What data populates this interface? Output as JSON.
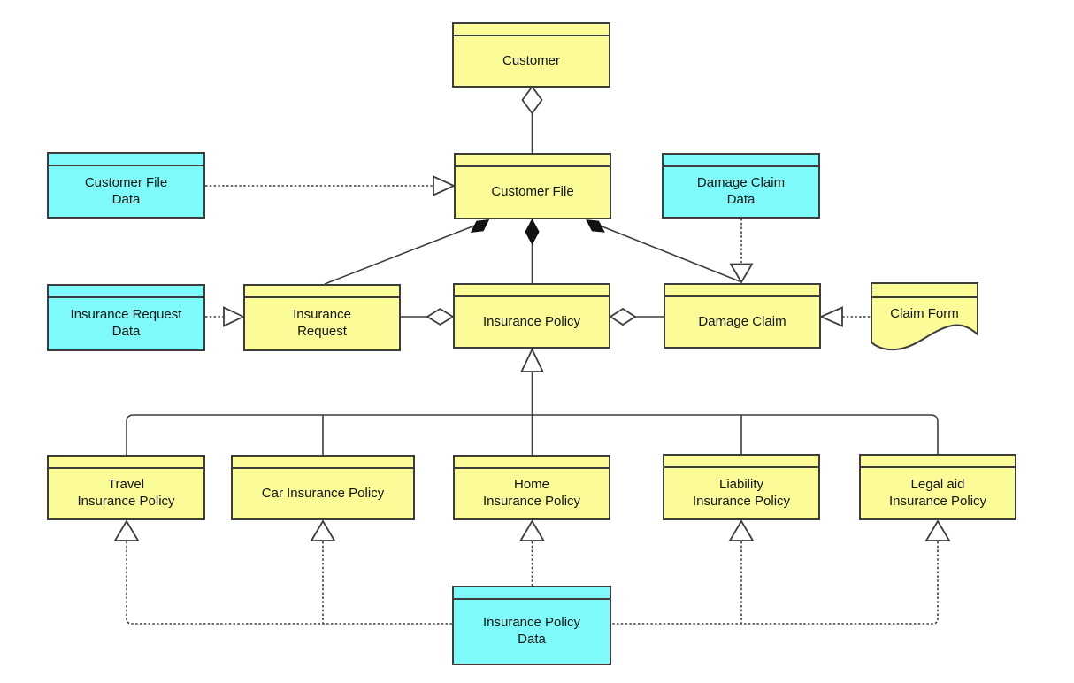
{
  "diagram": {
    "type": "uml-object-model",
    "palette": {
      "object_fill": "#FBFB98",
      "data_fill": "#7FFAFA",
      "line": "#3d3d3d",
      "text": "#141414",
      "background": "#ffffff"
    },
    "nodes": [
      {
        "id": "customer",
        "label": "Customer",
        "kind": "object"
      },
      {
        "id": "customer-file-data",
        "label": "Customer File\nData",
        "kind": "data"
      },
      {
        "id": "customer-file",
        "label": "Customer File",
        "kind": "object"
      },
      {
        "id": "damage-claim-data",
        "label": "Damage Claim\nData",
        "kind": "data"
      },
      {
        "id": "insurance-request-data",
        "label": "Insurance Request\nData",
        "kind": "data"
      },
      {
        "id": "insurance-request",
        "label": "Insurance\nRequest",
        "kind": "object"
      },
      {
        "id": "insurance-policy",
        "label": "Insurance Policy",
        "kind": "object"
      },
      {
        "id": "damage-claim",
        "label": "Damage Claim",
        "kind": "object"
      },
      {
        "id": "claim-form",
        "label": "Claim Form",
        "kind": "document"
      },
      {
        "id": "travel-insurance-policy",
        "label": "Travel\nInsurance Policy",
        "kind": "object"
      },
      {
        "id": "car-insurance-policy",
        "label": "Car Insurance Policy",
        "kind": "object"
      },
      {
        "id": "home-insurance-policy",
        "label": "Home\nInsurance Policy",
        "kind": "object"
      },
      {
        "id": "liability-insurance-policy",
        "label": "Liability\nInsurance Policy",
        "kind": "object"
      },
      {
        "id": "legal-aid-insurance-policy",
        "label": "Legal aid\nInsurance Policy",
        "kind": "object"
      },
      {
        "id": "insurance-policy-data",
        "label": "Insurance Policy\nData",
        "kind": "data"
      }
    ],
    "edges": [
      {
        "from": "customer",
        "to": "customer-file",
        "type": "aggregation"
      },
      {
        "from": "customer-file-data",
        "to": "customer-file",
        "type": "realization"
      },
      {
        "from": "customer-file",
        "to": "insurance-request",
        "type": "composition"
      },
      {
        "from": "customer-file",
        "to": "insurance-policy",
        "type": "composition"
      },
      {
        "from": "customer-file",
        "to": "damage-claim",
        "type": "composition"
      },
      {
        "from": "insurance-request-data",
        "to": "insurance-request",
        "type": "realization"
      },
      {
        "from": "insurance-policy",
        "to": "insurance-request",
        "type": "aggregation"
      },
      {
        "from": "insurance-policy",
        "to": "damage-claim",
        "type": "aggregation"
      },
      {
        "from": "damage-claim-data",
        "to": "damage-claim",
        "type": "realization"
      },
      {
        "from": "claim-form",
        "to": "damage-claim",
        "type": "realization"
      },
      {
        "from": "travel-insurance-policy",
        "to": "insurance-policy",
        "type": "specialization"
      },
      {
        "from": "car-insurance-policy",
        "to": "insurance-policy",
        "type": "specialization"
      },
      {
        "from": "home-insurance-policy",
        "to": "insurance-policy",
        "type": "specialization"
      },
      {
        "from": "liability-insurance-policy",
        "to": "insurance-policy",
        "type": "specialization"
      },
      {
        "from": "legal-aid-insurance-policy",
        "to": "insurance-policy",
        "type": "specialization"
      },
      {
        "from": "insurance-policy-data",
        "to": "travel-insurance-policy",
        "type": "realization"
      },
      {
        "from": "insurance-policy-data",
        "to": "car-insurance-policy",
        "type": "realization"
      },
      {
        "from": "insurance-policy-data",
        "to": "home-insurance-policy",
        "type": "realization"
      },
      {
        "from": "insurance-policy-data",
        "to": "liability-insurance-policy",
        "type": "realization"
      },
      {
        "from": "insurance-policy-data",
        "to": "legal-aid-insurance-policy",
        "type": "realization"
      }
    ]
  }
}
